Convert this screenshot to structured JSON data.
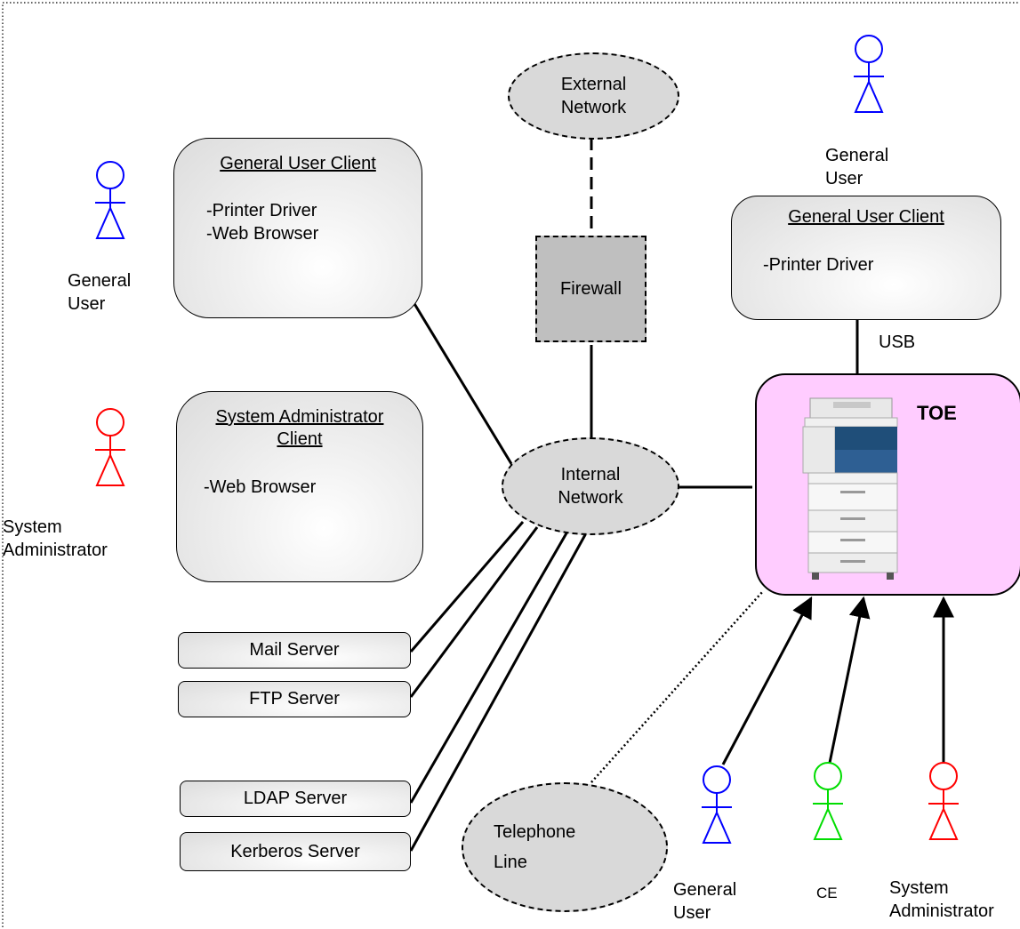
{
  "nodes": {
    "external_network": "External\nNetwork",
    "firewall": "Firewall",
    "internal_network": "Internal\nNetwork",
    "telephone_line": "Telephone\nLine",
    "toe": "TOE",
    "usb": "USB"
  },
  "clients": {
    "left_general": {
      "title": "General User Client",
      "items": [
        "-Printer Driver",
        "-Web Browser"
      ]
    },
    "admin": {
      "title_line1": "System Administrator",
      "title_line2": "Client",
      "items": [
        "-Web Browser"
      ]
    },
    "right_general": {
      "title": "General User Client",
      "items": [
        "-Printer Driver"
      ]
    }
  },
  "servers": [
    "Mail Server",
    "FTP Server",
    "LDAP Server",
    "Kerberos Server"
  ],
  "actors": [
    {
      "label": "General\nUser",
      "color": "#0000ff"
    },
    {
      "label": "System\nAdministrator",
      "color": "#ff0000"
    },
    {
      "label": "General\nUser",
      "color": "#0000ff"
    },
    {
      "label": "General\nUser",
      "color": "#0000ff"
    },
    {
      "label": "CE",
      "color": "#00dd00"
    },
    {
      "label": "System\nAdministrator",
      "color": "#ff0000"
    }
  ]
}
